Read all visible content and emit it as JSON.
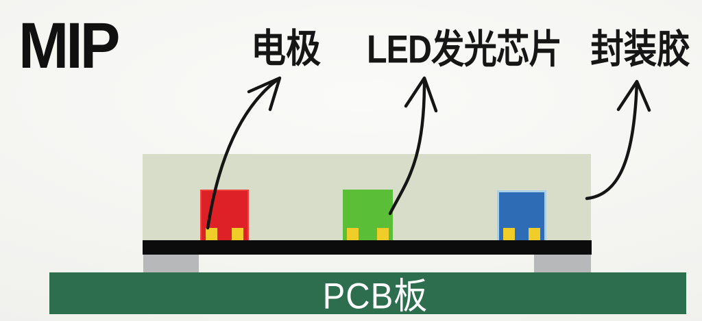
{
  "title": "MIP",
  "labels": {
    "electrode": "电极",
    "led_chip": "LED发光芯片",
    "encapsulant": "封装胶",
    "pcb": "PCB板"
  },
  "colors": {
    "encapsulant": "#d8ddca",
    "chip_red": "#dd2127",
    "chip_green": "#5abe37",
    "chip_blue": "#2e6cb5",
    "chip_blue_border": "#a9cfe9",
    "pad_yellow": "#f0cd28",
    "substrate_black": "#0c0c0c",
    "leg_gray": "#b7b8ba",
    "pcb_green": "#2c6e4d",
    "pcb_text": "#ffffff",
    "arrow": "#151515",
    "label_text": "#161616"
  }
}
